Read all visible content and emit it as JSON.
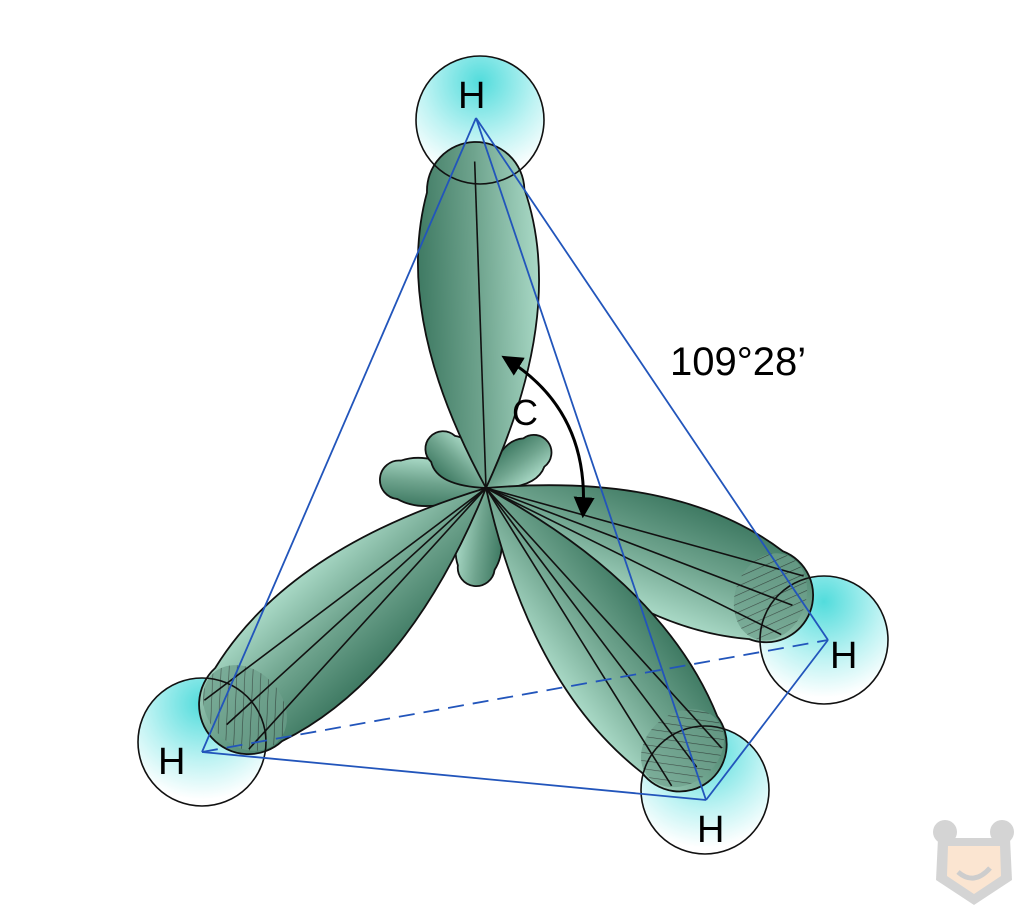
{
  "diagram": {
    "title": "Methane sp3 hybrid orbitals (tetrahedral)",
    "central_atom": "C",
    "hydrogen_labels": [
      "H",
      "H",
      "H",
      "H"
    ],
    "bond_angle": "109°28’",
    "colors": {
      "lobe_dark": "#3f7a63",
      "lobe_light": "#a9d9c6",
      "hydrogen_top": "#52dcdc",
      "tetrahedron_edge": "#2255bb",
      "logo": "#c8c8c8"
    }
  }
}
